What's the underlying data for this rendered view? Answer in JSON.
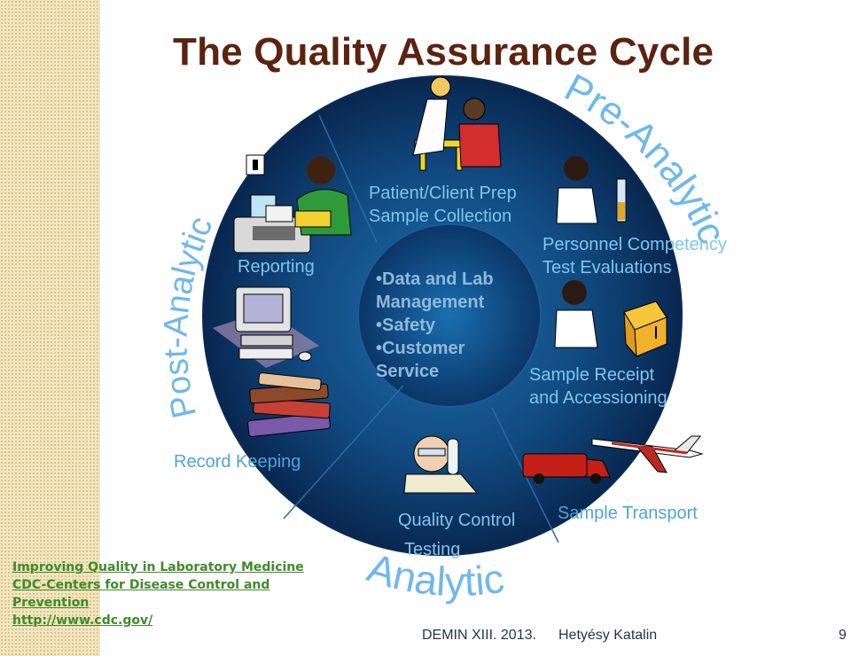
{
  "title": "The Quality Assurance Cycle",
  "phases": {
    "pre": "Pre-Analytic",
    "post": "Post-Analytic",
    "analytic": "Analytic"
  },
  "center": {
    "top": [
      "Patient/Client Prep",
      "Sample Collection"
    ],
    "bullets": [
      "•Data and Lab",
      "Management",
      "•Safety",
      "•Customer",
      "Service"
    ]
  },
  "stages": {
    "reporting": "Reporting",
    "personnel": [
      "Personnel Competency",
      "Test Evaluations"
    ],
    "receipt": [
      "Sample Receipt",
      "and Accessioning"
    ],
    "record": "Record Keeping",
    "qc": "Quality Control",
    "testing": "Testing",
    "transport": "Sample Transport"
  },
  "reference": [
    "Improving Quality in Laboratory Medicine",
    "CDC-Centers for Disease Control and",
    "Prevention",
    "http://www.cdc.gov/"
  ],
  "footer": {
    "event": "DEMIN XIII. 2013.",
    "author": "Hetyésy Katalin",
    "page": "9"
  },
  "colors": {
    "title": "#5a2410",
    "wheel_dark": "#0a2d57",
    "wheel_light": "#1a6da6",
    "label": "#7fc4ef",
    "link": "#3f8a2a"
  }
}
